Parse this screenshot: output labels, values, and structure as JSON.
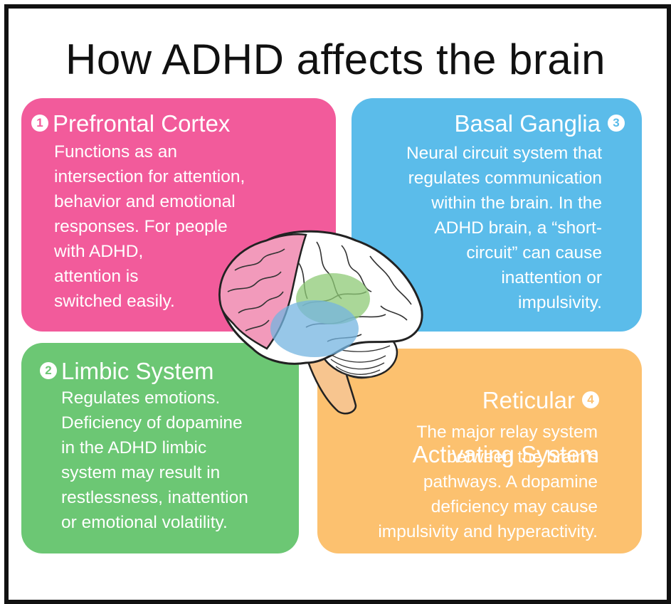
{
  "title": "How ADHD affects the brain",
  "colors": {
    "prefrontal": "#f25b9b",
    "basal": "#5bbcea",
    "limbic": "#6cc774",
    "reticular": "#fcc16f"
  },
  "cards": {
    "prefrontal": {
      "number": "1",
      "heading": "Prefrontal Cortex",
      "body": "Functions as an\nintersection for attention,\nbehavior and emotional\nresponses. For people\nwith ADHD,\nattention is\nswitched easily."
    },
    "basal": {
      "number": "3",
      "heading": "Basal Ganglia",
      "body": "Neural circuit system that\nregulates communication\nwithin the brain. In the\nADHD brain, a “short-\ncircuit” can cause\ninattention or\nimpulsivity."
    },
    "limbic": {
      "number": "2",
      "heading": "Limbic System",
      "body": "Regulates emotions.\nDeficiency of dopamine\nin the ADHD limbic\nsystem may result in\nrestlessness, inattention\nor emotional volatility."
    },
    "reticular": {
      "number": "4",
      "heading_line1": "Reticular",
      "heading_line2": "Activating System",
      "body": "The major relay system\nbetween the brain’s\npathways. A dopamine\ndeficiency may cause\nimpulsivity and hyperactivity."
    }
  }
}
